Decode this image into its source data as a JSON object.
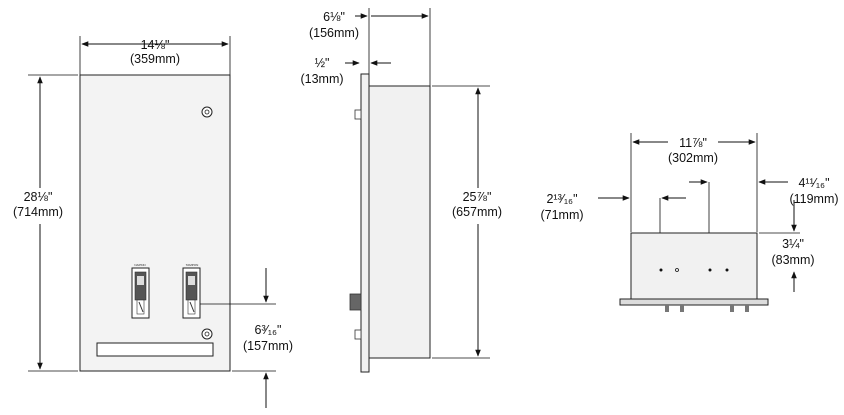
{
  "front_view": {
    "width": {
      "imperial": "14⅛\"",
      "metric": "(359mm)"
    },
    "height": {
      "imperial": "28⅛\"",
      "metric": "(714mm)"
    },
    "coin_height": {
      "imperial": "6³⁄₁₆\"",
      "metric": "(157mm)"
    },
    "slot_labels": [
      "NAPKIN",
      "TAMPON"
    ]
  },
  "side_view": {
    "depth": {
      "imperial": "6⅛\"",
      "metric": "(156mm)"
    },
    "flange": {
      "imperial": "½\"",
      "metric": "(13mm)"
    },
    "cabinet_height": {
      "imperial": "25⅞\"",
      "metric": "(657mm)"
    }
  },
  "top_view": {
    "width": {
      "imperial": "11⅞\"",
      "metric": "(302mm)"
    },
    "left_offset": {
      "imperial": "2¹³⁄₁₆\"",
      "metric": "(71mm)"
    },
    "right_offset": {
      "imperial": "4¹¹⁄₁₆\"",
      "metric": "(119mm)"
    },
    "depth": {
      "imperial": "3¼\"",
      "metric": "(83mm)"
    }
  },
  "colors": {
    "line": "#111111",
    "panel": "#f3f3f3",
    "background": "#ffffff"
  }
}
